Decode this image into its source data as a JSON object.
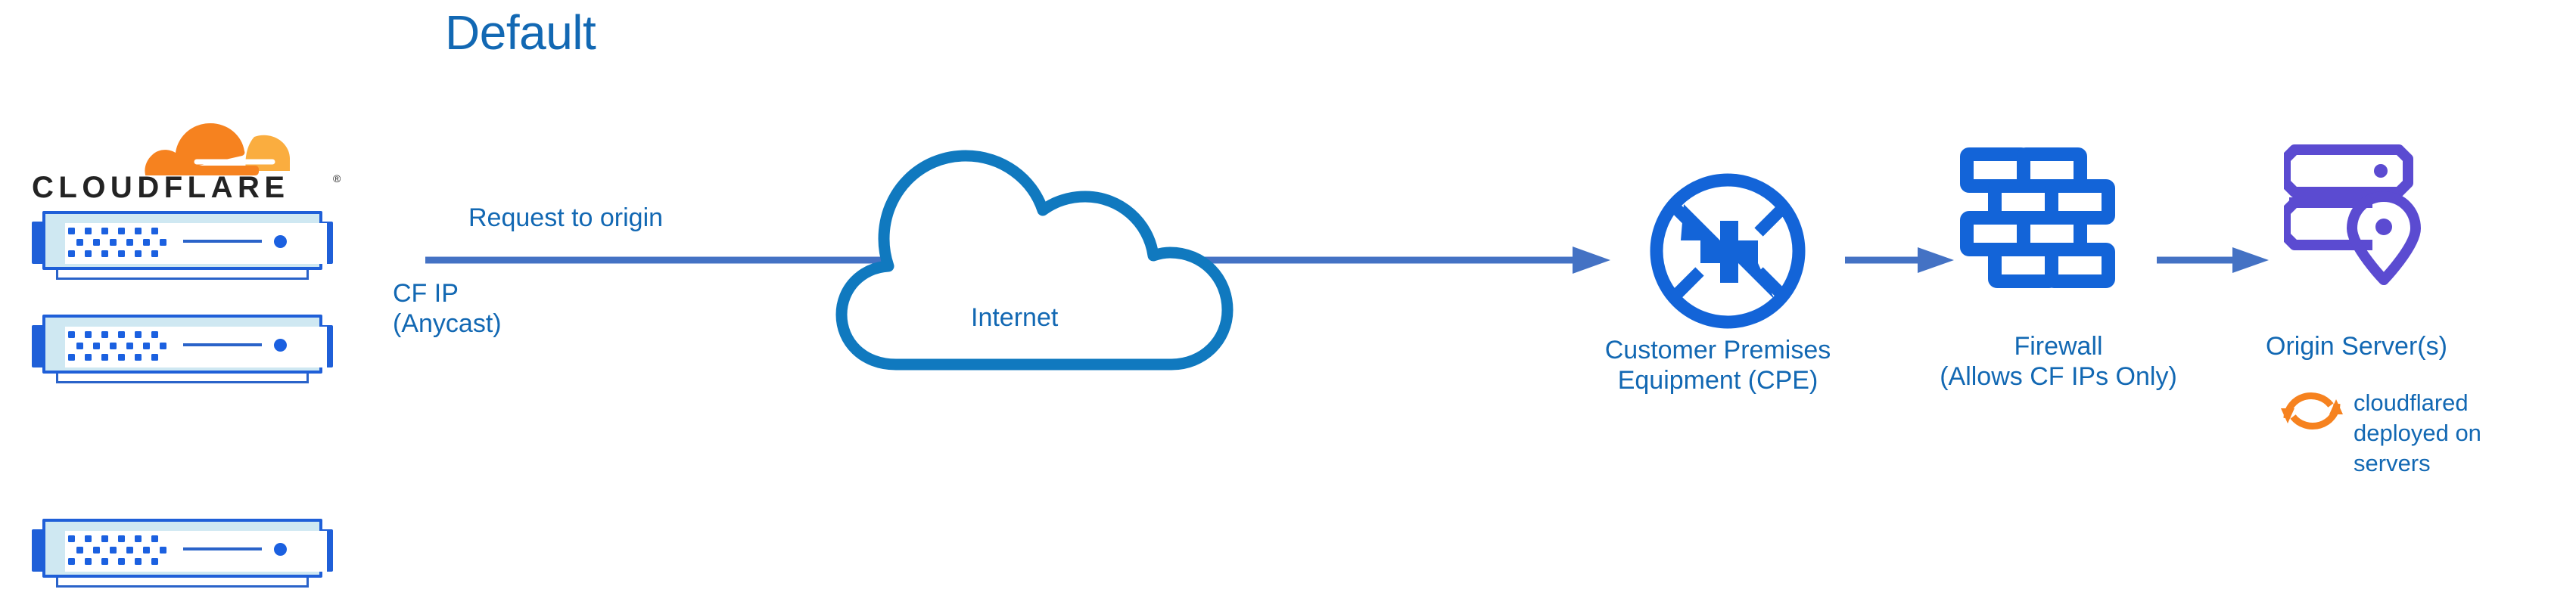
{
  "title": "Default",
  "colors": {
    "title_blue": "#1268b3",
    "label_blue": "#1268b3",
    "arrow_blue": "#4472c4",
    "icon_blue": "#1364d8",
    "cloud_blue": "#1079bf",
    "origin_purple": "#5b4bd1",
    "cloudflare_orange": "#f6821f",
    "cloudflare_orange_light": "#faad3f",
    "wordmark_black": "#232323"
  },
  "logo": {
    "wordmark": "CLOUDFLARE",
    "registered_mark": "®",
    "cloud_icon": "cloudflare-cloud-icon"
  },
  "servers": {
    "count": 3,
    "icon": "rack-server-icon"
  },
  "labels": {
    "request_to_origin": "Request to origin",
    "cf_ip_line1": "CF IP",
    "cf_ip_line2": "(Anycast)",
    "internet": "Internet",
    "cpe_line1": "Customer Premises",
    "cpe_line2": "Equipment (CPE)",
    "firewall_line1": "Firewall",
    "firewall_line2": "(Allows CF IPs Only)",
    "origin_server": "Origin Server(s)",
    "cloudflared_line1": "cloudflared",
    "cloudflared_line2": "deployed on",
    "cloudflared_line3": "servers"
  },
  "nodes": [
    {
      "id": "cloudflare-edge",
      "icon": "cloudflare-logo-icon",
      "label": "CLOUDFLARE"
    },
    {
      "id": "internet",
      "icon": "cloud-icon",
      "label": "Internet"
    },
    {
      "id": "cpe",
      "icon": "router-icon",
      "label": "Customer Premises Equipment (CPE)"
    },
    {
      "id": "firewall",
      "icon": "brick-wall-icon",
      "label": "Firewall (Allows CF IPs Only)"
    },
    {
      "id": "origin",
      "icon": "server-rack-pin-icon",
      "label": "Origin Server(s)"
    }
  ],
  "connections": [
    {
      "from": "cloudflare-edge",
      "to": "cpe",
      "label": "Request to origin"
    },
    {
      "from": "cpe",
      "to": "firewall",
      "label": ""
    },
    {
      "from": "firewall",
      "to": "origin",
      "label": ""
    }
  ],
  "annotations": [
    {
      "icon": "sync-refresh-icon",
      "text": "cloudflared deployed on servers",
      "color": "#f6821f"
    }
  ]
}
